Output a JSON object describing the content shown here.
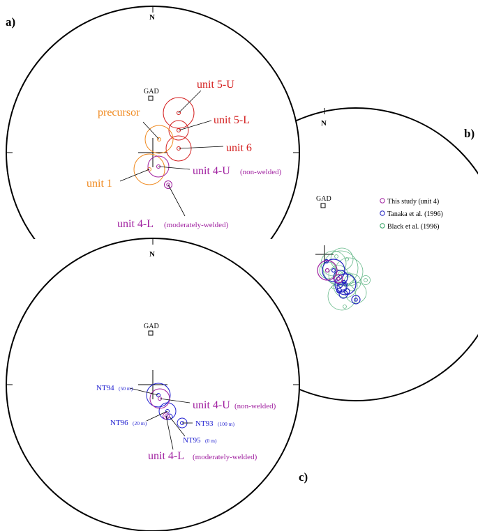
{
  "panels": {
    "a": {
      "letter": "a)",
      "north": "N",
      "gad": "GAD",
      "labels": {
        "unit5u": "unit 5-U",
        "unit5l": "unit 5-L",
        "unit6": "unit 6",
        "precursor": "precursor",
        "unit4u": "unit 4-U",
        "unit4u_note": "(non-welded)",
        "unit1": "unit 1",
        "unit4l": "unit 4-L",
        "unit4l_note": "(moderately-welded)"
      }
    },
    "b": {
      "letter": "b)",
      "north": "N",
      "gad": "GAD",
      "legend": [
        {
          "label": "This study (unit 4)",
          "color": "#a020a0"
        },
        {
          "label": "Tanaka et al. (1996)",
          "color": "#2020c0"
        },
        {
          "label": "Black et al. (1996)",
          "color": "#30a060"
        }
      ]
    },
    "c": {
      "letter": "c)",
      "north": "N",
      "gad": "GAD",
      "sites": {
        "nt94": "NT94",
        "nt94_depth": "(50 m)",
        "nt96": "NT96",
        "nt96_depth": "(20 m)",
        "nt93": "NT93",
        "nt93_depth": "(100 m)",
        "nt95": "NT95",
        "nt95_depth": "(0 m)"
      },
      "labels": {
        "unit4u": "unit 4-U",
        "unit4u_note": "(non-welded)",
        "unit4l": "unit 4-L",
        "unit4l_note": "(moderately-welded)"
      }
    }
  },
  "colors": {
    "red": "#d42020",
    "orange": "#f08a20",
    "purple": "#a020a0",
    "blue": "#2020d0",
    "green": "#30a060"
  }
}
